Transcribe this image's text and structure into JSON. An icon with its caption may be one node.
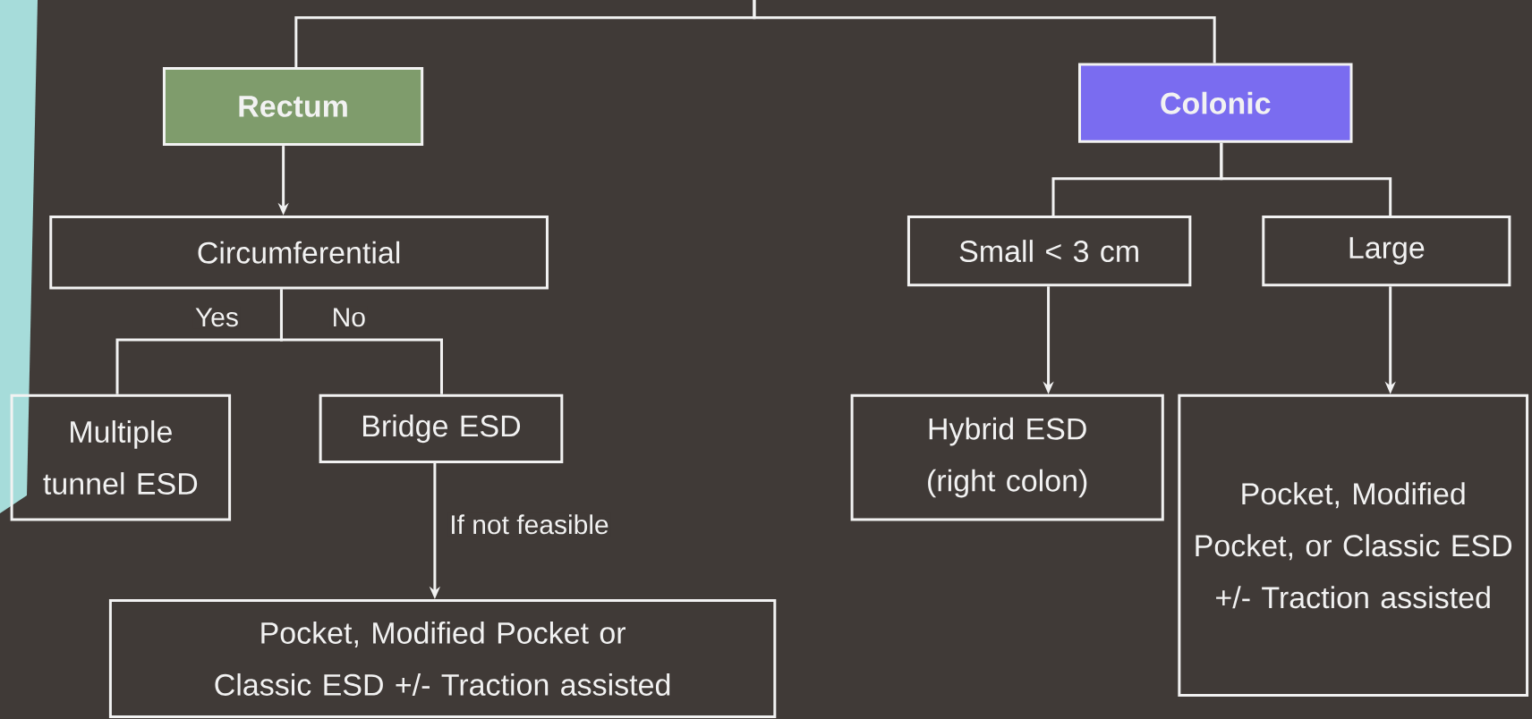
{
  "diagram": {
    "nodes": [
      {
        "text": [
          "Rectum"
        ]
      },
      {
        "text": [
          "Colonic"
        ]
      },
      {
        "text": [
          "Circumferential"
        ]
      },
      {
        "text": [
          "Small < 3 cm"
        ]
      },
      {
        "text": [
          "Large"
        ]
      },
      {
        "text": [
          "Multiple tunnel ESD"
        ]
      },
      {
        "text": [
          "Bridge ESD"
        ]
      },
      {
        "text": [
          "Hybrid ESD (right colon)"
        ]
      },
      {
        "text": [
          "Pocket, Modified Pocket, or Classic ESD +/- Traction assisted"
        ]
      },
      {
        "text": [
          "Pocket, Modified Pocket or Classic ESD +/- Traction assisted"
        ]
      }
    ],
    "edges": [
      {
        "from": null,
        "to": 0,
        "arrow": "none"
      },
      {
        "from": null,
        "to": 1,
        "arrow": "none"
      },
      {
        "from": 0,
        "to": 2,
        "arrow": "to"
      },
      {
        "from": 2,
        "to": 5,
        "arrow": "none",
        "label": "Yes"
      },
      {
        "from": 2,
        "to": 6,
        "arrow": "none",
        "label": "No"
      },
      {
        "from": 6,
        "to": 9,
        "arrow": "to",
        "label": "If not feasible"
      },
      {
        "from": 1,
        "to": 3,
        "arrow": "none"
      },
      {
        "from": 1,
        "to": 4,
        "arrow": "none"
      },
      {
        "from": 3,
        "to": 7,
        "arrow": "to"
      },
      {
        "from": 4,
        "to": 8,
        "arrow": "to"
      }
    ]
  }
}
